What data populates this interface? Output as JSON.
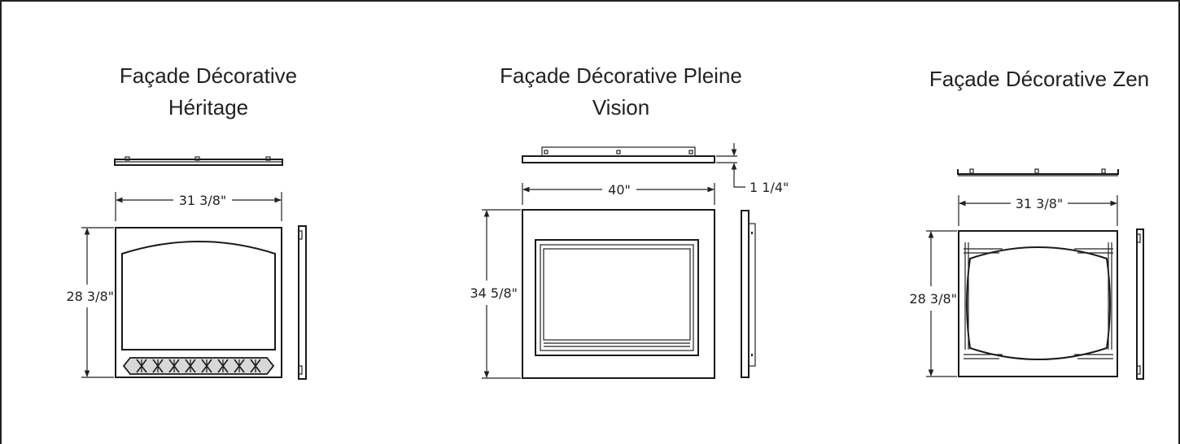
{
  "frame": {
    "border_color": "#222222"
  },
  "panels": [
    {
      "id": "heritage",
      "title_line1": "Façade Décorative",
      "title_line2": "Héritage",
      "width_label": "31 3/8\"",
      "height_label": "28 3/8\""
    },
    {
      "id": "pleine-vision",
      "title_line1": "Façade Décorative Pleine",
      "title_line2": "Vision",
      "width_label": "40\"",
      "height_label": "34 5/8\"",
      "depth_label": "1 1/4\""
    },
    {
      "id": "zen",
      "title_line1": "Façade Décorative Zen",
      "title_line2": "",
      "width_label": "31 3/8\"",
      "height_label": "28 3/8\""
    }
  ]
}
